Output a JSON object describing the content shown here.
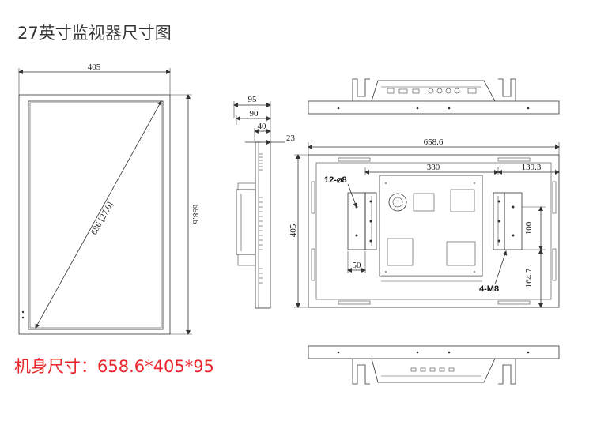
{
  "title": "27英寸监视器尺寸图",
  "size_label": "机身尺寸：658.6*405*95",
  "front": {
    "width_dim": "405",
    "height_dim": "658.6",
    "diagonal": "686 [27.0]"
  },
  "side": {
    "dims": [
      "95",
      "90",
      "40",
      "23"
    ]
  },
  "back": {
    "width_dim": "658.6",
    "mount_span": "380",
    "right_offset": "139.3",
    "height_dim": "405",
    "hole_label": "12-⌀8",
    "bracket_width": "50",
    "hole_spacing": "100",
    "bottom_offset": "164.7",
    "screw_label": "4-M8"
  }
}
